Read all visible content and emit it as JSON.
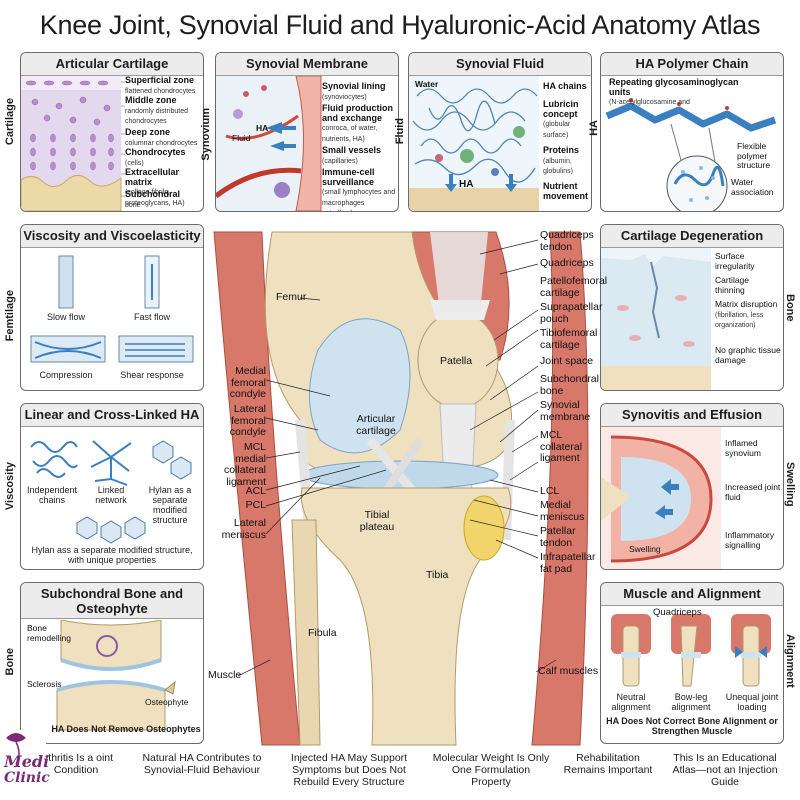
{
  "title": "Knee Joint, Synovial Fluid and Hyaluronic-Acid Anatomy Atlas",
  "side_labels": {
    "cartilage": "Cartilage",
    "synovium": "Synovium",
    "fluid": "Fluid",
    "ha": "HA",
    "femtilage": "Femtilage",
    "viscosity": "Viscosity",
    "bone_left": "Bone",
    "bone_right": "Bone",
    "swelling": "Swelling",
    "alignment": "Alignment"
  },
  "panels": {
    "articular_cartilage": {
      "heading": "Articular Cartilage",
      "labels": [
        {
          "t": "Superficial zone",
          "s": "flattened chondrocytes"
        },
        {
          "t": "Middle zone",
          "s": "randomly distributed chondrocytes"
        },
        {
          "t": "Deep zone",
          "s": "columnar chondrocytes"
        },
        {
          "t": "Chondrocytes",
          "s": "(cells)"
        },
        {
          "t": "Extracellular matrix",
          "s": "(collage fibrils, proteoglycans, HA)"
        },
        {
          "t": "Subchondral",
          "s": "bone"
        }
      ]
    },
    "synovial_membrane": {
      "heading": "Synovial Membrane",
      "fluid": "Fluid",
      "ha": "HA",
      "labels": [
        {
          "t": "Synovial lining",
          "s": "(synoviocytes)"
        },
        {
          "t": "Fluid production and exchange",
          "s": "conroca, of water, nutrients, HA)"
        },
        {
          "t": "Small vessels",
          "s": "(capillaries)"
        },
        {
          "t": "Immune-cell surveillance",
          "s": "(small lymphocytes and macrophages patrolling)"
        }
      ]
    },
    "synovial_fluid": {
      "heading": "Synovial Fluid",
      "water": "Water",
      "ha": "HA",
      "labels": [
        {
          "t": "HA chains",
          "s": ""
        },
        {
          "t": "Lubricin concept",
          "s": "(globular surface)"
        },
        {
          "t": "Proteins",
          "s": "(albumin, globulins)"
        },
        {
          "t": "Nutrient movement",
          "s": ""
        }
      ]
    },
    "ha_polymer": {
      "heading": "HA Polymer Chain",
      "top": "Repeating glycosaminoglycan units",
      "top_sub": "(N-acetylglucosamine and",
      "flex": "Flexible polymer structure",
      "water": "Water association"
    },
    "viscosity": {
      "heading": "Viscosity and Viscoelasticity",
      "slow": "Slow flow",
      "fast": "Fast flow",
      "compression": "Compression",
      "shear": "Shear response"
    },
    "linear_ha": {
      "heading": "Linear and Cross-Linked HA",
      "independent": "Independent chains",
      "linked": "Linked network",
      "hylan": "Hylan as a separate modified structure",
      "caption": "Hylan ass a separate modified structure, with unique properties"
    },
    "subchondral": {
      "heading": "Subchondral Bone and Osteophyte",
      "remodel": "Bone remodelling",
      "sclerosis": "Sclerosis",
      "osteophyte": "Osteophyte",
      "caption": "HA Does Not Remove Osteophytes"
    },
    "degeneration": {
      "heading": "Cartilage Degeneration",
      "labels": [
        {
          "t": "Surface irregularity",
          "s": ""
        },
        {
          "t": "Cartilage thinning",
          "s": ""
        },
        {
          "t": "Matrix disruption",
          "s": "(fibrillation, less organization)"
        },
        {
          "t": "No graphic tissue damage",
          "s": ""
        }
      ]
    },
    "synovitis": {
      "heading": "Synovitis and Effusion",
      "inflamed": "Inflamed synovium",
      "increased": "Increased joint fluid",
      "swelling": "Swelling",
      "signalling": "Inflammatory signalling"
    },
    "alignment": {
      "heading": "Muscle and Alignment",
      "quadriceps": "Quadriceps",
      "neutral": "Neutral alignment",
      "bowleg": "Bow-leg alignment",
      "unequal": "Unequal joint loading",
      "caption": "HA Does Not Correct Bone Alignment or Strengthen Muscle"
    }
  },
  "center_labels": {
    "femur": "Femur",
    "medial_condyle": "Medial femoral condyle",
    "lateral_condyle": "Lateral femoral condyle",
    "mcl_left": "MCL medial collateral ligament",
    "acl": "ACL",
    "pcl": "PCL",
    "lateral_meniscus": "Lateral meniscus",
    "articular": "Articular cartilage",
    "patella": "Patella",
    "tibial_plateau": "Tibial plateau",
    "tibia": "Tibia",
    "fibula": "Fibula",
    "muscle": "Muscle",
    "calf": "Calf muscles",
    "right": [
      "Quadriceps tendon",
      "Quadriceps",
      "Patellofemoral cartilage",
      "Suprapatellar pouch",
      "Tibiofemoral cartilage",
      "Joint space",
      "Subchondral bone",
      "Synovial membrane",
      "MCL collateral ligament",
      "LCL",
      "Medial meniscus",
      "Patellar tendon",
      "Infrapatellar fat pad"
    ]
  },
  "footer": [
    "arthritis Is a oint Condition",
    "Natural HA Contributes to Synovial-Fluid Behaviour",
    "Injected HA May Support Symptoms but Does Not Rebuild Every Structure",
    "Molecular Weight Is Only One Formulation Property",
    "Rehabilitation Remains Important",
    "This Is an Educational Atlas—not an Injection Guide"
  ],
  "logo": {
    "line1": "Medi",
    "line2": "Clinic"
  },
  "colors": {
    "bone": "#efe0bf",
    "muscle": "#d8786a",
    "cartilage": "#cfe2f0",
    "ha": "#3a7fc0",
    "logo": "#7b2a78"
  }
}
